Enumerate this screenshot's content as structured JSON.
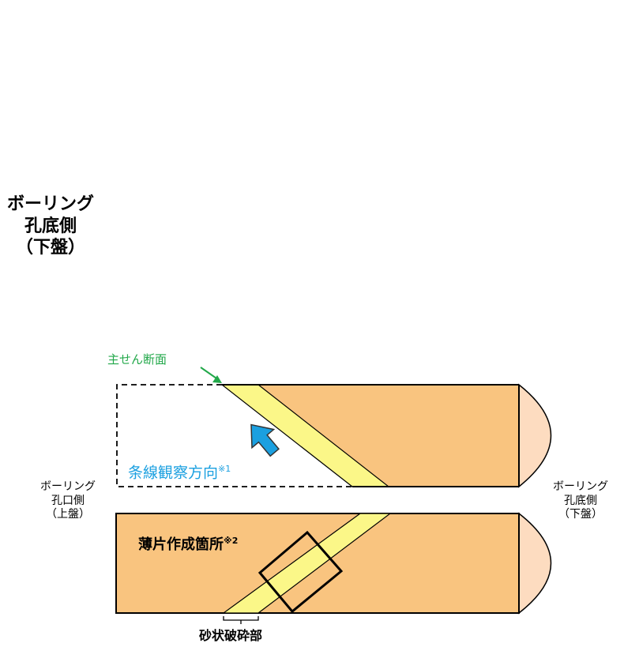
{
  "large_label": {
    "line1": "ボーリング",
    "line2": "孔底側",
    "line3": "（下盤）"
  },
  "left_label": {
    "line1": "ボーリング",
    "line2": "孔口側",
    "line3": "（上盤）"
  },
  "right_label": {
    "line1": "ボーリング",
    "line2": "孔底側",
    "line3": "（下盤）"
  },
  "shear_plane_label": "主せん断面",
  "striation_direction_label": "条線観察方向",
  "striation_note_mark": "※1",
  "thin_section_label": "薄片作成箇所",
  "thin_section_note_mark": "※2",
  "sandy_fracture_label": "砂状破砕部",
  "colors": {
    "core_fill": "#f9c47f",
    "core_end_fill": "#fddcc0",
    "shear_band_fill": "#fbf788",
    "shear_label": "#22a84a",
    "arrow_fill": "#1ba0e0",
    "direction_label": "#1ba0e0",
    "outline": "#000000"
  }
}
